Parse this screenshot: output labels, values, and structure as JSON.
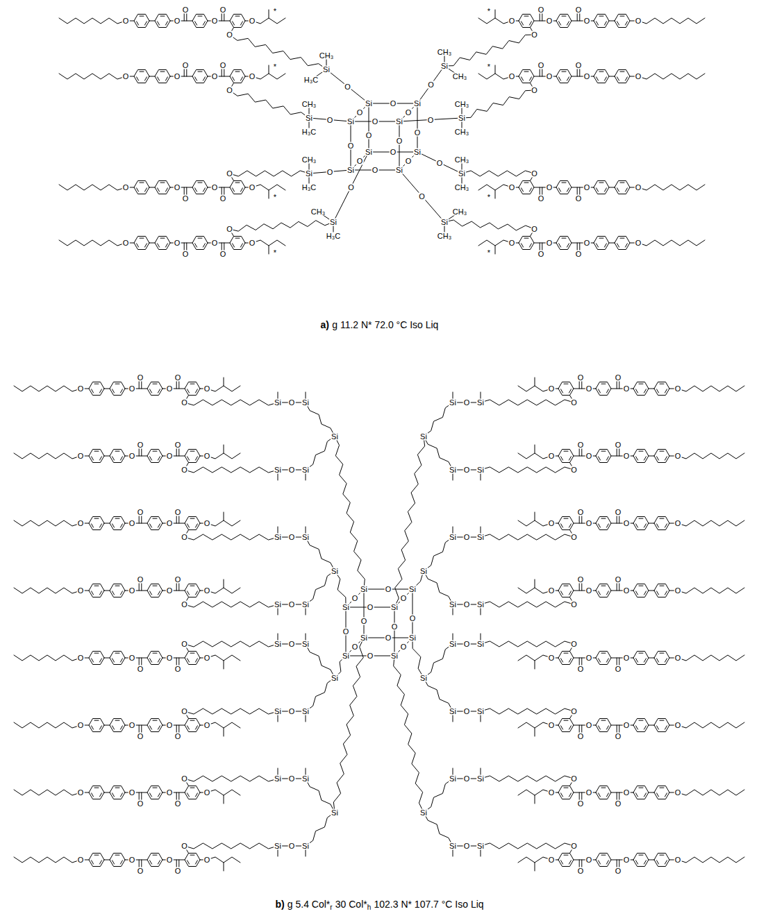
{
  "diagram": {
    "labels": [
      "Si",
      "Si",
      "Si",
      "Si",
      "Si",
      "Si",
      "Si",
      "Si",
      "O",
      "O",
      "O",
      "O",
      "O",
      "O",
      "O",
      "O",
      "O",
      "O",
      "O",
      "O",
      "O",
      "Si",
      "CH₃",
      "H₃C",
      "O",
      "O",
      "O",
      "O",
      "O",
      "O",
      "*",
      "O",
      "O",
      "Si",
      "CH₃",
      "H₃C",
      "O",
      "O",
      "O",
      "O",
      "O",
      "O",
      "*",
      "O",
      "O",
      "Si",
      "CH₃",
      "H₃C",
      "O",
      "O",
      "O",
      "O",
      "O",
      "O",
      "*",
      "O",
      "O",
      "Si",
      "CH₃",
      "H₃C",
      "O",
      "O",
      "O",
      "O",
      "O",
      "O",
      "*",
      "O",
      "O",
      "Si",
      "CH₃",
      "CH₃",
      "O",
      "O",
      "O",
      "O",
      "O",
      "O",
      "*",
      "O",
      "O",
      "Si",
      "CH₃",
      "CH₃",
      "O",
      "O",
      "O",
      "O",
      "O",
      "O",
      "*",
      "O",
      "O",
      "Si",
      "CH₃",
      "CH₃",
      "O",
      "O",
      "O",
      "O",
      "O",
      "O",
      "*",
      "O",
      "O",
      "Si",
      "CH₃",
      "CH₃",
      "O",
      "O",
      "O",
      "O",
      "O",
      "O",
      "*",
      "O",
      "a)",
      "g 11.2 N* 72.0 °C Iso Liq",
      "Si",
      "Si",
      "Si",
      "Si",
      "Si",
      "Si",
      "Si",
      "Si",
      "O",
      "O",
      "O",
      "O",
      "O",
      "O",
      "O",
      "O",
      "O",
      "O",
      "O",
      "O",
      "Si",
      "Si",
      "O",
      "Si",
      "O",
      "O",
      "O",
      "O",
      "O",
      "O",
      "O",
      "Si",
      "O",
      "Si",
      "O",
      "O",
      "O",
      "O",
      "O",
      "O",
      "O",
      "Si",
      "Si",
      "O",
      "Si",
      "O",
      "O",
      "O",
      "O",
      "O",
      "O",
      "O",
      "Si",
      "O",
      "Si",
      "O",
      "O",
      "O",
      "O",
      "O",
      "O",
      "O",
      "Si",
      "Si",
      "O",
      "Si",
      "O",
      "O",
      "O",
      "O",
      "O",
      "O",
      "O",
      "Si",
      "O",
      "Si",
      "O",
      "O",
      "O",
      "O",
      "O",
      "O",
      "O",
      "Si",
      "Si",
      "O",
      "Si",
      "O",
      "O",
      "O",
      "O",
      "O",
      "O",
      "O",
      "Si",
      "O",
      "Si",
      "O",
      "O",
      "O",
      "O",
      "O",
      "O",
      "O",
      "Si",
      "Si",
      "O",
      "Si",
      "O",
      "O",
      "O",
      "O",
      "O",
      "O",
      "O",
      "Si",
      "O",
      "Si",
      "O",
      "O",
      "O",
      "O",
      "O",
      "O",
      "O",
      "Si",
      "Si",
      "O",
      "Si",
      "O",
      "O",
      "O",
      "O",
      "O",
      "O",
      "O",
      "Si",
      "O",
      "Si",
      "O",
      "O",
      "O",
      "O",
      "O",
      "O",
      "O",
      "Si",
      "Si",
      "O",
      "Si",
      "O",
      "O",
      "O",
      "O",
      "O",
      "O",
      "O",
      "Si",
      "O",
      "Si",
      "O",
      "O",
      "O",
      "O",
      "O",
      "O",
      "O",
      "Si",
      "Si",
      "O",
      "Si",
      "O",
      "O",
      "O",
      "O",
      "O",
      "O",
      "O",
      "Si",
      "O",
      "Si",
      "O",
      "O",
      "O",
      "O",
      "O",
      "O",
      "O",
      "b)",
      "g 5.4 Col*",
      "r",
      "30 Col*",
      "h",
      "102.3 N* 107.7 °C Iso Liq"
    ]
  }
}
